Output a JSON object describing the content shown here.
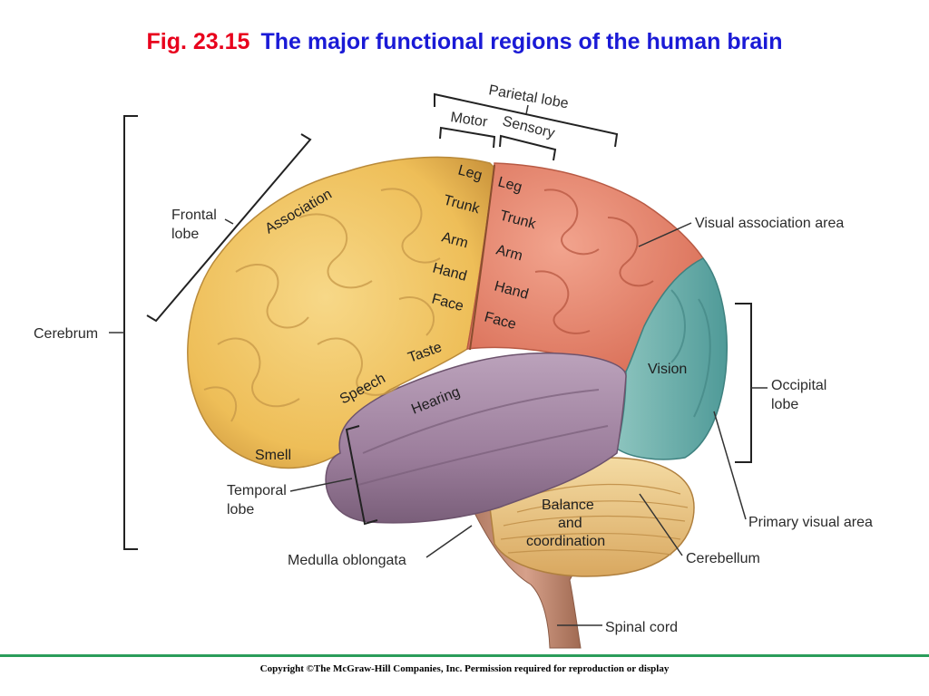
{
  "title": {
    "fig": "Fig. 23.15",
    "main": "The major functional regions of the human brain"
  },
  "labels": {
    "cerebrum": "Cerebrum",
    "frontal_lobe_1": "Frontal",
    "frontal_lobe_2": "lobe",
    "association": "Association",
    "parietal_lobe": "Parietal lobe",
    "motor": "Motor",
    "sensory": "Sensory",
    "motor_leg": "Leg",
    "motor_trunk": "Trunk",
    "motor_arm": "Arm",
    "motor_hand": "Hand",
    "motor_face": "Face",
    "sensory_leg": "Leg",
    "sensory_trunk": "Trunk",
    "sensory_arm": "Arm",
    "sensory_hand": "Hand",
    "sensory_face": "Face",
    "taste": "Taste",
    "speech": "Speech",
    "hearing": "Hearing",
    "smell": "Smell",
    "vision": "Vision",
    "visual_association_area": "Visual association area",
    "occipital_lobe_1": "Occipital",
    "occipital_lobe_2": "lobe",
    "temporal_lobe_1": "Temporal",
    "temporal_lobe_2": "lobe",
    "balance_1": "Balance",
    "balance_2": "and",
    "balance_3": "coordination",
    "primary_visual_area": "Primary visual area",
    "cerebellum": "Cerebellum",
    "medulla_oblongata": "Medulla oblongata",
    "spinal_cord": "Spinal cord"
  },
  "colors": {
    "frontal": "#f2c665",
    "parietal": "#e8846e",
    "temporal": "#a68aa6",
    "occipital": "#6fb3b0",
    "cerebellum": "#edc98a",
    "stem": "#c98a70",
    "title_fig": "#e8001c",
    "title_main": "#1a1ad6",
    "footer_rule": "#2a9d5a"
  },
  "footer": {
    "copyright": "Copyright ©The McGraw-Hill Companies, Inc. Permission required for reproduction or display"
  }
}
